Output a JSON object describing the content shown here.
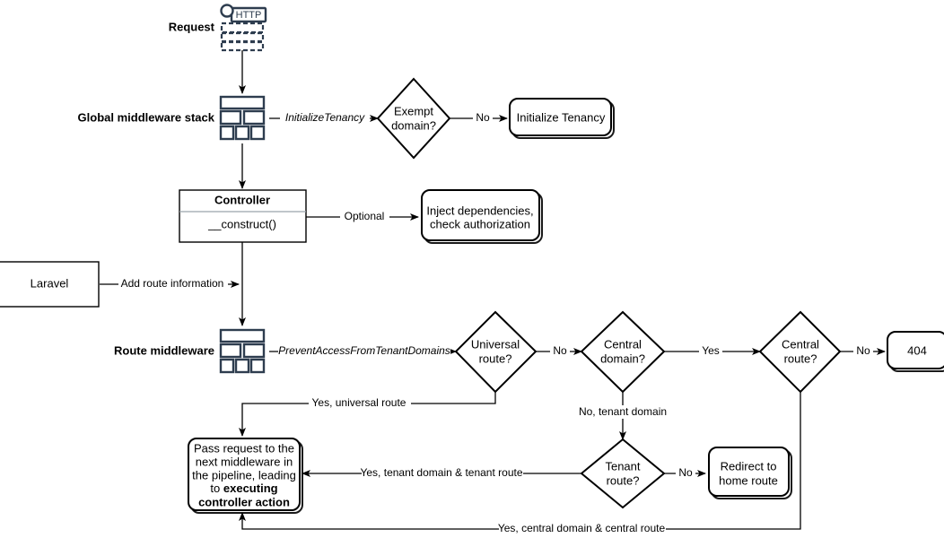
{
  "diagram": {
    "title": "Laravel multi-tenancy request lifecycle flowchart",
    "roles": {
      "request": "Request",
      "global_middleware": "Global middleware stack",
      "route_middleware": "Route middleware"
    },
    "icons": {
      "http_request": "http-request-icon",
      "http_label": "HTTP",
      "middleware_stack": "middleware-stack-icon"
    },
    "nodes": {
      "exempt_domain": "Exempt domain?",
      "initialize_tenancy": "Initialize Tenancy",
      "controller_title": "Controller",
      "controller_method": "__construct()",
      "inject_line1": "Inject dependencies,",
      "inject_line2": "check authorization",
      "laravel": "Laravel",
      "universal_route": "Universal route?",
      "central_domain": "Central domain?",
      "central_route": "Central route?",
      "not_found": "404",
      "tenant_route": "Tenant route?",
      "redirect_line1": "Redirect to",
      "redirect_line2": "home route",
      "pass_line1": "Pass request to the",
      "pass_line2": "next middleware in",
      "pass_line3": "the pipeline, leading",
      "pass_line4_plain": "to ",
      "pass_line4_bold": "executing",
      "pass_line5_bold": "controller action"
    },
    "edges": {
      "initialize_tenancy_mw": "InitializeTenancy",
      "exempt_no": "No",
      "optional": "Optional",
      "add_route_information": "Add route information",
      "prevent_access": "PreventAccessFromTenantDomains",
      "universal_no": "No",
      "central_domain_yes": "Yes",
      "central_route_no": "No",
      "central_domain_no_tenant": "No, tenant domain",
      "tenant_route_no": "No",
      "yes_universal_route": "Yes, universal route",
      "yes_tenant": "Yes, tenant domain & tenant route",
      "yes_central": "Yes, central domain & central route"
    },
    "colors": {
      "stroke": "#000000",
      "icon": "#2e3d4f",
      "background": "#ffffff"
    }
  }
}
